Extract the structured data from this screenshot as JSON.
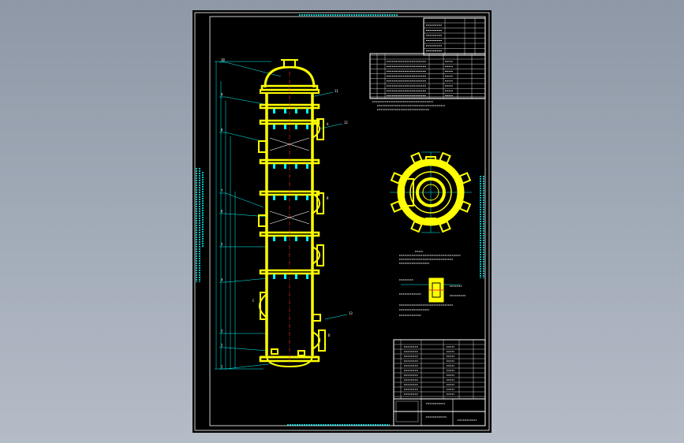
{
  "colors": {
    "background": "#000000",
    "frame": "#ffffff",
    "structure": "#ffff00",
    "dims": "#00ffff",
    "text": "#ffffff",
    "hidden": "#ff3030"
  },
  "drawing": {
    "callouts": [
      "10",
      "9",
      "8",
      "7",
      "6",
      "5",
      "4",
      "3",
      "2",
      "1"
    ],
    "right_callouts": [
      "11",
      "12",
      "13"
    ],
    "nozzle_tags": [
      "A",
      "B",
      "C",
      "D"
    ]
  }
}
